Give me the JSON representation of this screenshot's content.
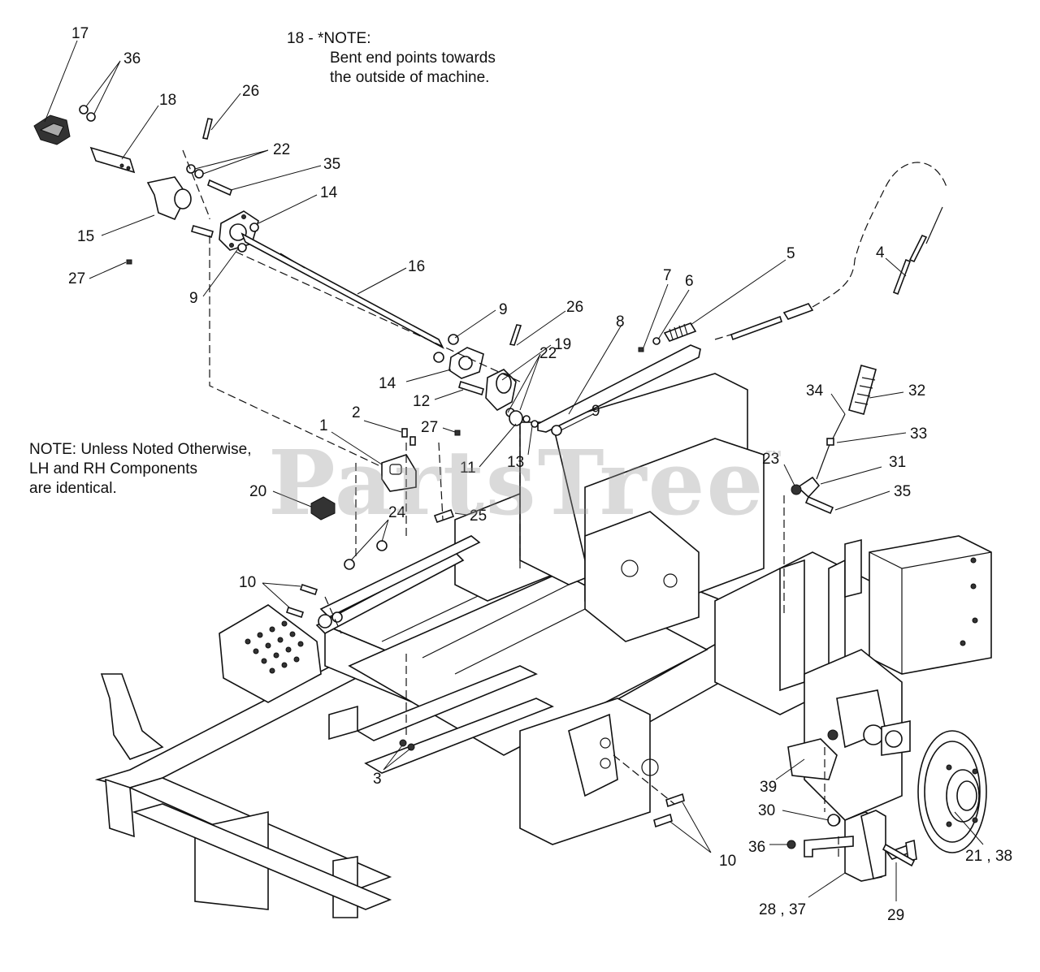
{
  "watermark": {
    "text": "PartsTree",
    "mark": "™"
  },
  "notes": {
    "top": {
      "line1": "18 - *NOTE:",
      "line2": "Bent end points towards",
      "line3": "the outside of machine."
    },
    "left": {
      "line1": "NOTE: Unless Noted Otherwise,",
      "line2": "LH and RH Components",
      "line3": "are identical."
    }
  },
  "callouts": [
    "17",
    "36",
    "18",
    "26",
    "22",
    "35",
    "14",
    "15",
    "27",
    "9",
    "16",
    "9",
    "26",
    "19",
    "14",
    "22",
    "12",
    "27",
    "11",
    "13",
    "8",
    "9",
    "7",
    "6",
    "5",
    "4",
    "34",
    "32",
    "33",
    "23",
    "31",
    "35",
    "2",
    "1",
    "20",
    "24",
    "25",
    "10",
    "3",
    "10",
    "39",
    "30",
    "36",
    "28 , 37",
    "29",
    "21 , 38"
  ]
}
